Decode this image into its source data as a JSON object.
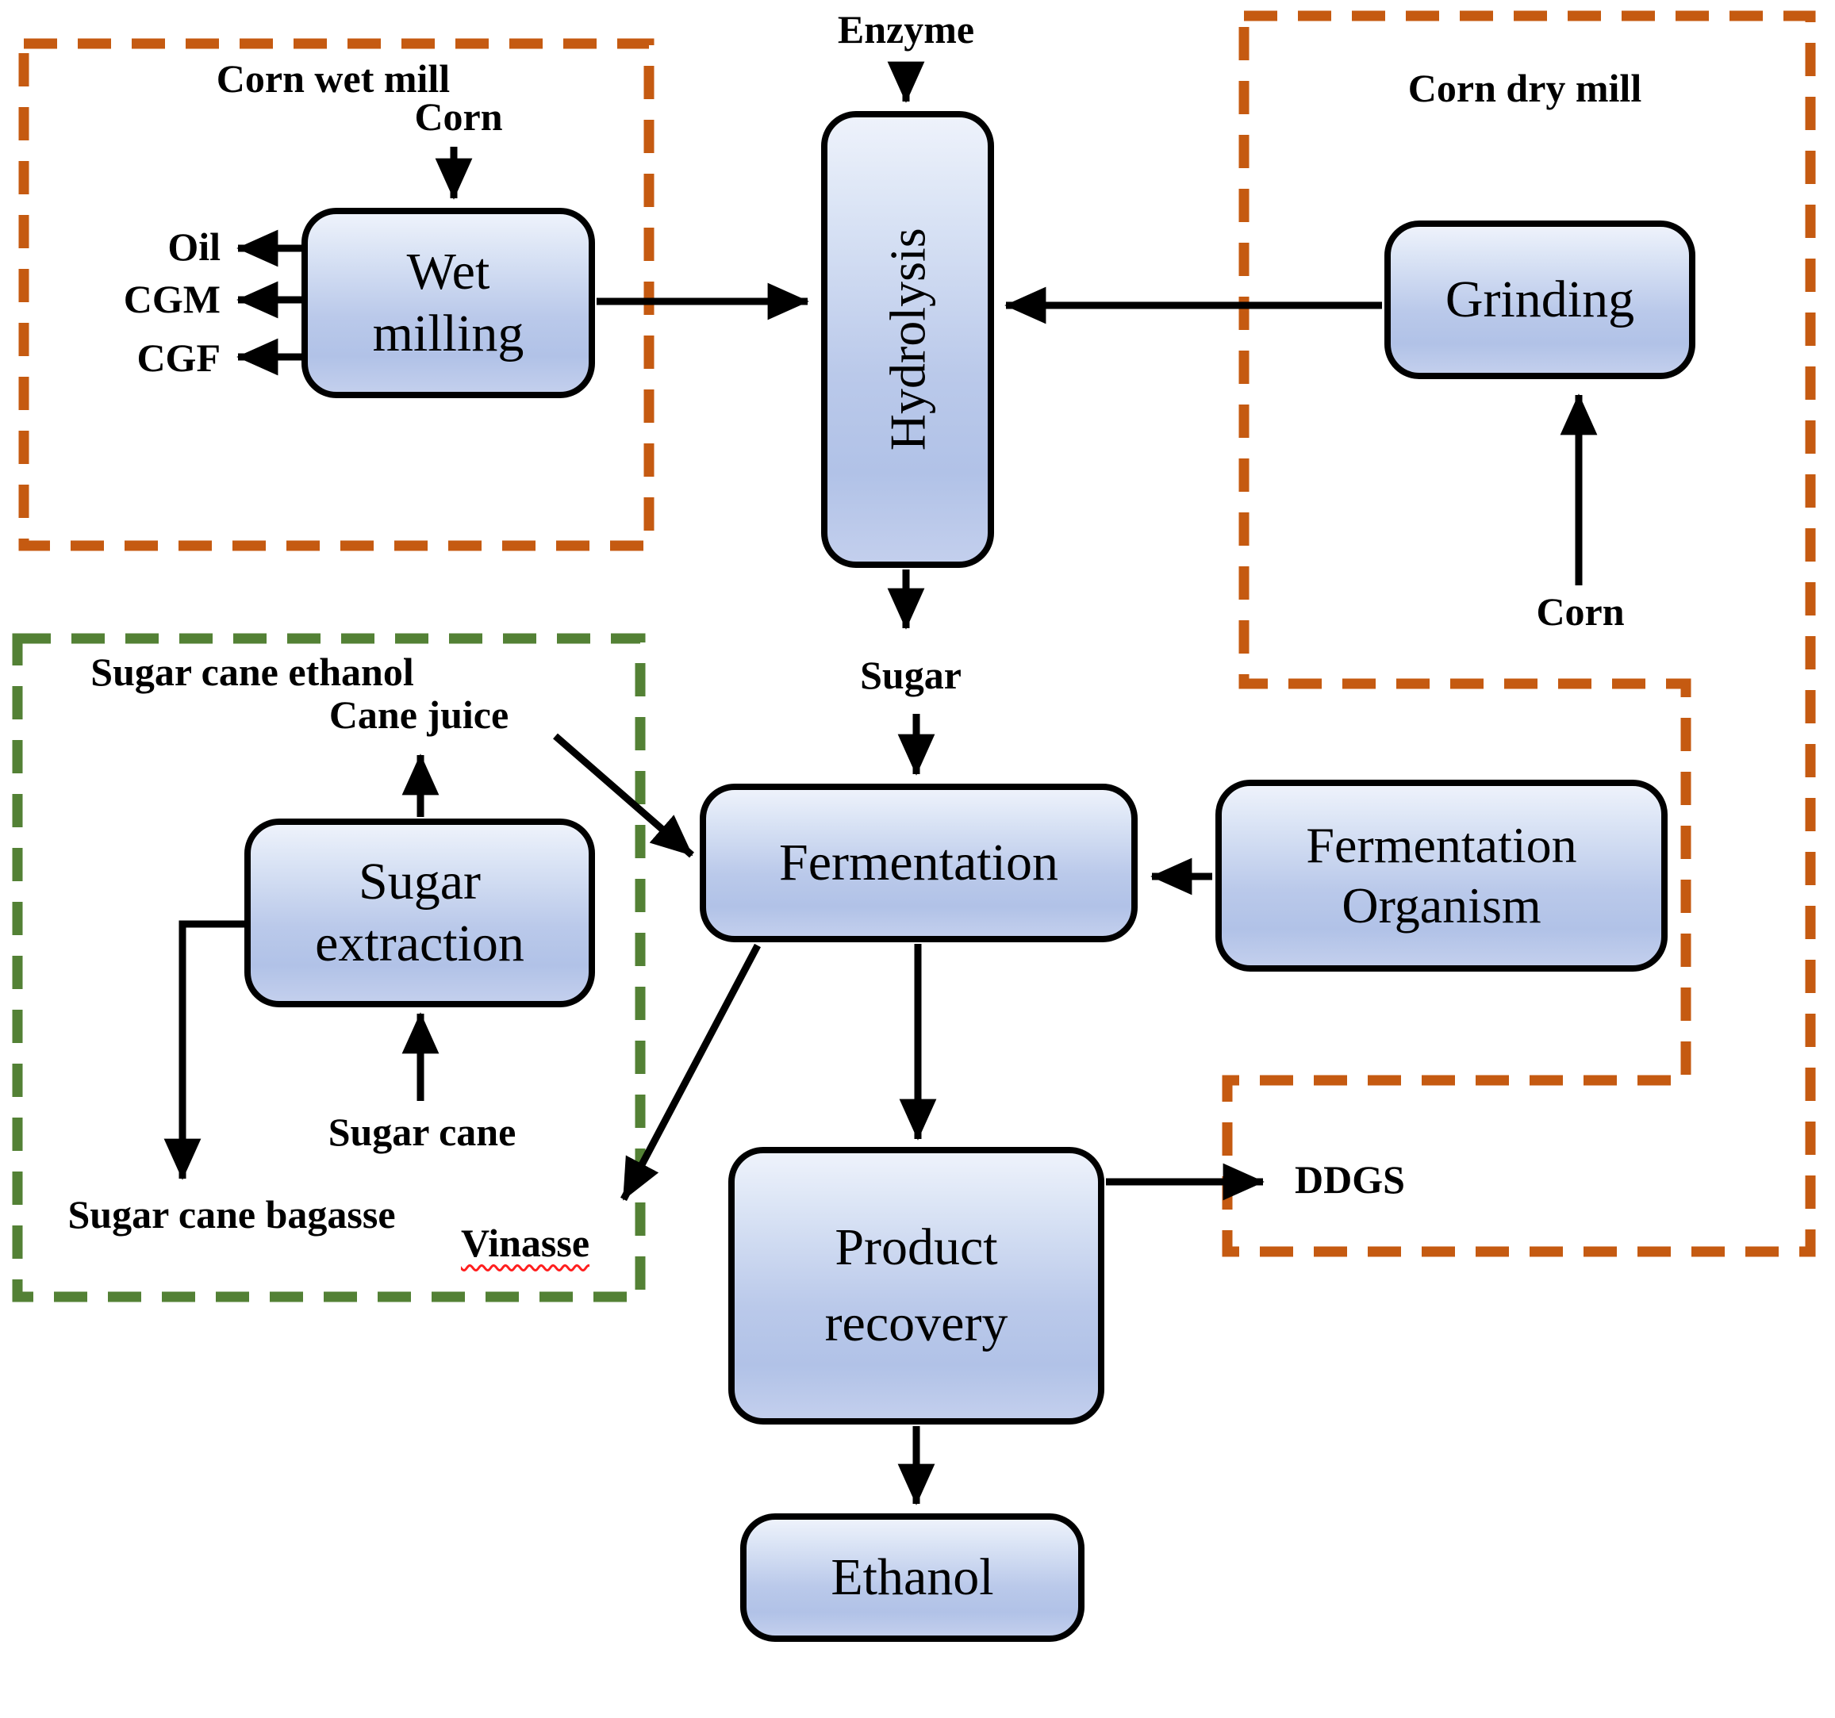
{
  "figure": {
    "type": "process-flow-diagram",
    "subject": "Ethanol production pathways from corn wet mill, corn dry mill and sugar cane"
  },
  "regions": {
    "corn_wet_mill": {
      "title": "Corn wet mill",
      "border_color": "#C55A11",
      "border_style": "dashed"
    },
    "corn_dry_mill": {
      "title": "Corn dry mill",
      "border_color": "#C55A11",
      "border_style": "dashed"
    },
    "sugar_cane_ethanol": {
      "title": "Sugar cane ethanol",
      "border_color": "#538135",
      "border_style": "dashed"
    }
  },
  "nodes": {
    "wet_milling": {
      "label": "Wet milling",
      "lines": [
        "Wet",
        "milling"
      ]
    },
    "hydrolysis": {
      "label": "Hydrolysis",
      "orientation": "vertical"
    },
    "grinding": {
      "label": "Grinding"
    },
    "sugar_extraction": {
      "label": "Sugar extraction",
      "lines": [
        "Sugar",
        "extraction"
      ]
    },
    "fermentation": {
      "label": "Fermentation"
    },
    "fermentation_organism": {
      "label": "Fermentation Organism",
      "lines": [
        "Fermentation",
        "Organism"
      ]
    },
    "product_recovery": {
      "label": "Product recovery",
      "lines": [
        "Product",
        "recovery"
      ]
    },
    "ethanol": {
      "label": "Ethanol"
    }
  },
  "labels": {
    "enzyme": "Enzyme",
    "corn_wet": "Corn",
    "corn_dry": "Corn",
    "oil": "Oil",
    "cgm": "CGM",
    "cgf": "CGF",
    "sugar": "Sugar",
    "cane_juice": "Cane juice",
    "sugar_cane": "Sugar cane",
    "sugar_cane_bagasse": "Sugar cane bagasse",
    "vinasse": "Vinasse",
    "ddgs": "DDGS"
  },
  "colors": {
    "orange_dash": "#C55A11",
    "green_dash": "#538135",
    "node_border": "#000000",
    "node_fill_top": "#eef2fb",
    "node_fill_bottom": "#b1c2e7",
    "arrow": "#000000",
    "vinasse_underline": "#ff1f1f",
    "background": "#ffffff"
  }
}
